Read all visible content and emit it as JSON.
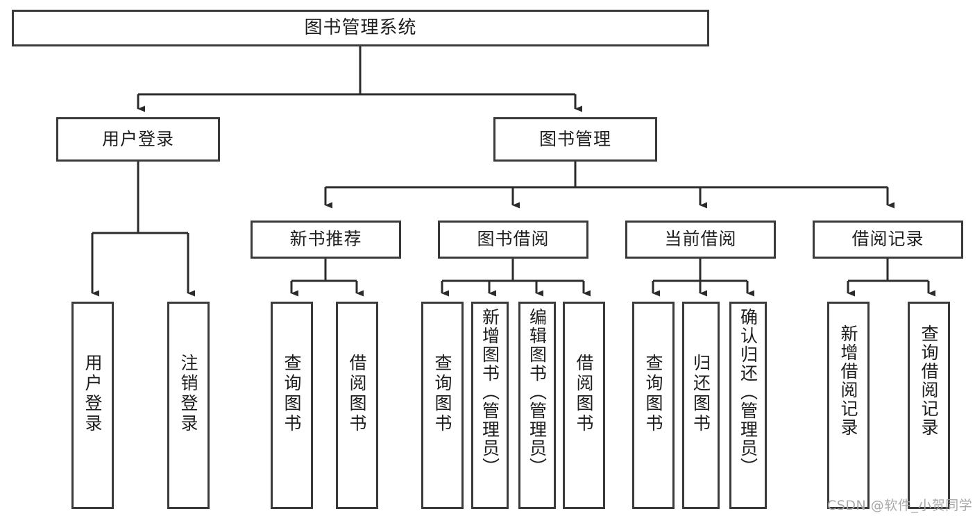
{
  "diagram": {
    "title": "图书管理系统",
    "type": "tree",
    "watermark": "CSDN @软件_小贺同学",
    "colors": {
      "box_border": "#3a3a3a",
      "box_fill": "#ffffff",
      "edge": "#2b2b2b",
      "text": "#1d1d1d",
      "watermark": "#a8a8a8",
      "background": "#ffffff"
    },
    "levels": {
      "root": "图书管理系统",
      "level2": [
        "用户登录",
        "图书管理"
      ],
      "level3": [
        "新书推荐",
        "图书借阅",
        "当前借阅",
        "借阅记录"
      ]
    },
    "nodes": {
      "root": {
        "label": "图书管理系统"
      },
      "user_login": {
        "label": "用户登录"
      },
      "book_manage": {
        "label": "图书管理"
      },
      "new_book_rec": {
        "label": "新书推荐"
      },
      "book_borrow": {
        "label": "图书借阅"
      },
      "current_borrow": {
        "label": "当前借阅"
      },
      "borrow_record": {
        "label": "借阅记录"
      },
      "leaf_user_login": {
        "label": "用户登录"
      },
      "leaf_logout": {
        "label": "注销登录"
      },
      "leaf_query_book_1": {
        "label": "查询图书"
      },
      "leaf_borrow_book_1": {
        "label": "借阅图书"
      },
      "leaf_query_book_2": {
        "label": "查询图书"
      },
      "leaf_add_book": {
        "label": "新增图书（管理员）"
      },
      "leaf_edit_book": {
        "label": "编辑图书（管理员）"
      },
      "leaf_borrow_book_2": {
        "label": "借阅图书"
      },
      "leaf_query_book_3": {
        "label": "查询图书"
      },
      "leaf_return_book": {
        "label": "归还图书"
      },
      "leaf_confirm_return": {
        "label": "确认归还（管理员）"
      },
      "leaf_add_record": {
        "label": "新增借阅记录"
      },
      "leaf_query_record": {
        "label": "查询借阅记录"
      }
    },
    "edges": [
      {
        "from": "root",
        "to": "用户登录"
      },
      {
        "from": "root",
        "to": "图书管理"
      },
      {
        "from": "用户登录",
        "to": "用户登录(叶)"
      },
      {
        "from": "用户登录",
        "to": "注销登录"
      },
      {
        "from": "图书管理",
        "to": "新书推荐"
      },
      {
        "from": "图书管理",
        "to": "图书借阅"
      },
      {
        "from": "图书管理",
        "to": "当前借阅"
      },
      {
        "from": "图书管理",
        "to": "借阅记录"
      },
      {
        "from": "新书推荐",
        "to": "查询图书"
      },
      {
        "from": "新书推荐",
        "to": "借阅图书"
      },
      {
        "from": "图书借阅",
        "to": "查询图书"
      },
      {
        "from": "图书借阅",
        "to": "新增图书（管理员）"
      },
      {
        "from": "图书借阅",
        "to": "编辑图书（管理员）"
      },
      {
        "from": "图书借阅",
        "to": "借阅图书"
      },
      {
        "from": "当前借阅",
        "to": "查询图书"
      },
      {
        "from": "当前借阅",
        "to": "归还图书"
      },
      {
        "from": "当前借阅",
        "to": "确认归还（管理员）"
      },
      {
        "from": "借阅记录",
        "to": "新增借阅记录"
      },
      {
        "from": "借阅记录",
        "to": "查询借阅记录"
      }
    ]
  }
}
